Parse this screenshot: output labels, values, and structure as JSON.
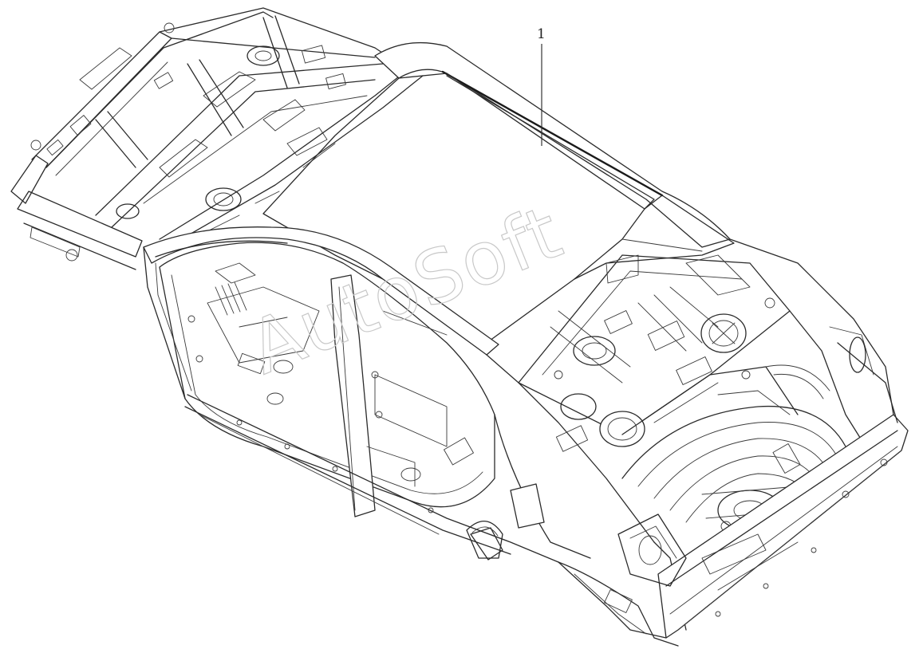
{
  "diagram": {
    "callouts": [
      {
        "label": "1",
        "part": "body-in-white"
      }
    ],
    "watermark": "AutoSoft",
    "line_color": "#2b2b2b",
    "background": "#ffffff"
  }
}
